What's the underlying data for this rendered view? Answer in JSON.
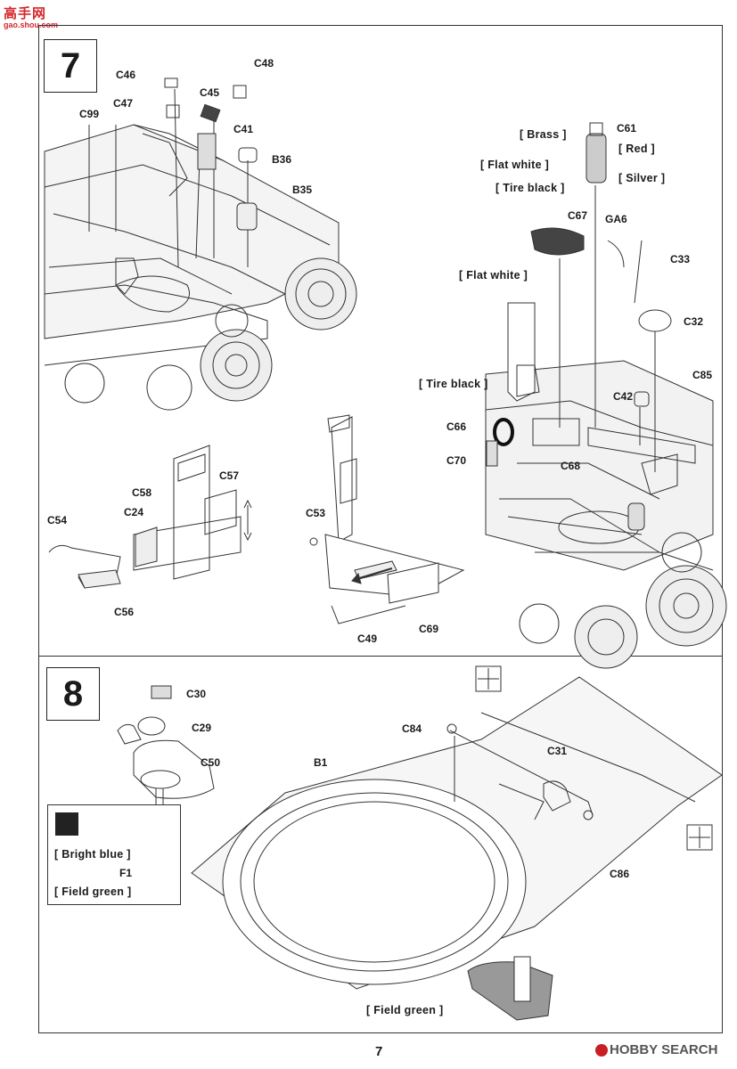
{
  "watermark_top": {
    "main": "高手网",
    "sub": "gao.shou.com"
  },
  "steps": [
    {
      "number": "7"
    },
    {
      "number": "8"
    }
  ],
  "step7_labels": {
    "C46": "C46",
    "C48": "C48",
    "C47": "C47",
    "C45": "C45",
    "C99": "C99",
    "C41": "C41",
    "B36": "B36",
    "B35": "B35",
    "C61": "C61",
    "C67": "C67",
    "GA6": "GA6",
    "C33": "C33",
    "C32": "C32",
    "C85": "C85",
    "C42": "C42",
    "C66": "C66",
    "C70": "C70",
    "C68": "C68",
    "C58": "C58",
    "C57": "C57",
    "C24": "C24",
    "C54": "C54",
    "C56": "C56",
    "C53": "C53",
    "C49": "C49",
    "C69": "C69"
  },
  "step7_colors": {
    "brass": "[ Brass ]",
    "red": "[ Red ]",
    "flat_white_1": "[ Flat white ]",
    "silver": "[ Silver ]",
    "tire_black_1": "[ Tire black ]",
    "flat_white_2": "[ Flat white ]",
    "tire_black_2": "[ Tire black ]"
  },
  "step8_labels": {
    "C30": "C30",
    "C29": "C29",
    "C50": "C50",
    "B1": "B1",
    "C84": "C84",
    "C31": "C31",
    "C86": "C86",
    "F1": "F1"
  },
  "step8_colors": {
    "bright_blue": "[ Bright blue ]",
    "field_green_1": "[ Field green ]",
    "field_green_2": "[ Field green ]"
  },
  "page_number": "7",
  "watermark_bottom": "HOBBY SEARCH"
}
